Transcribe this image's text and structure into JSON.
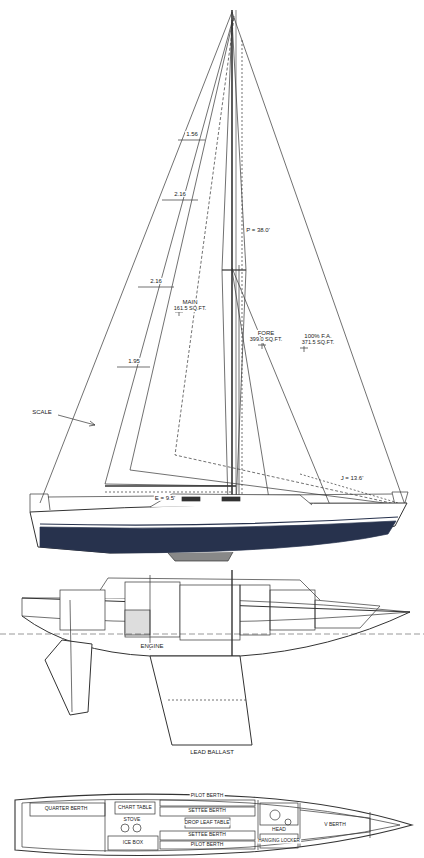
{
  "diagram": {
    "labels": [
      "1.56",
      "2.16",
      "2.16",
      "1.95",
      "MAIN",
      "161.5 SQ.FT.",
      "FORE",
      "399.0 SQ.FT.",
      "100% F.A.",
      "371.5 SQ.FT.",
      "P = 38.0'",
      "E = 9.5'",
      "J = 13.6'",
      "SCALE",
      "LEAD BALLAST",
      "ENGINE",
      "PILOT BERTH",
      "SETTEE BERTH",
      "DROP LEAF TABLE",
      "SETTEE BERTH",
      "PILOT BERTH",
      "QUARTER BERTH",
      "CHART TABLE",
      "STOVE",
      "ICE BOX",
      "HEAD",
      "HANGING LOCKER",
      "V BERTH"
    ]
  }
}
